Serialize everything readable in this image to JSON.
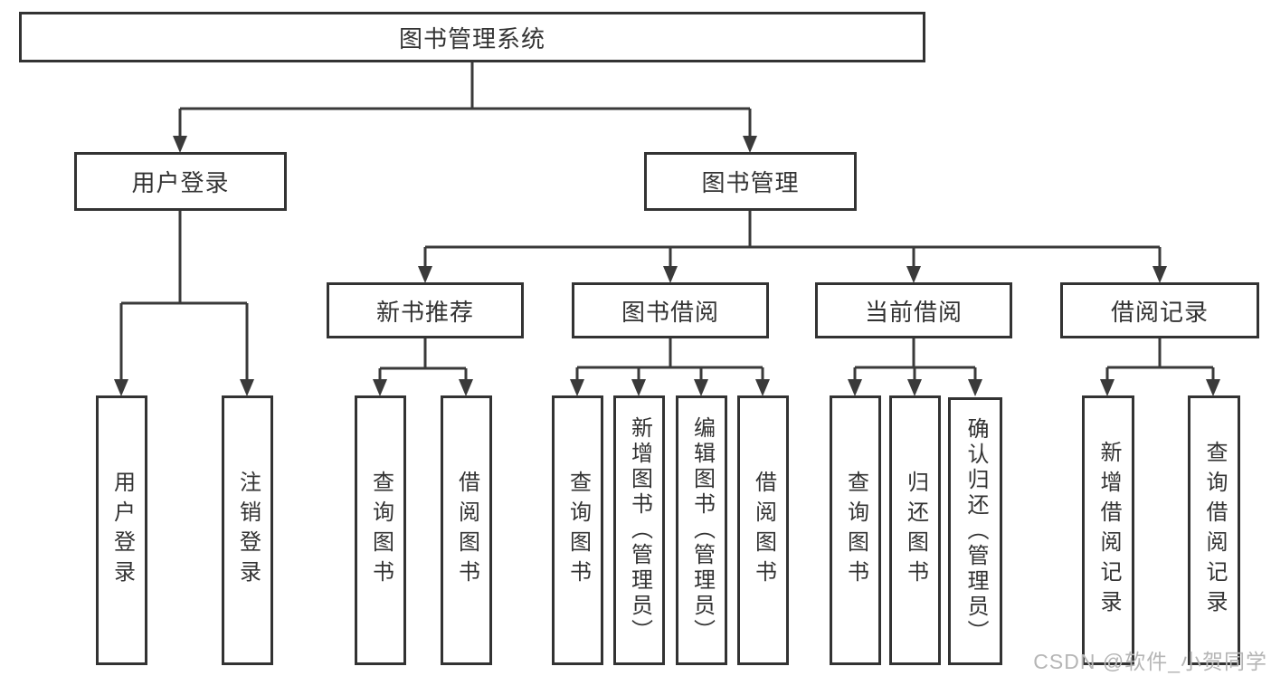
{
  "title": "图书管理系统",
  "level2": {
    "user_login": "用户登录",
    "book_management": "图书管理"
  },
  "level3": {
    "new_book_recommend": "新书推荐",
    "book_borrow": "图书借阅",
    "current_borrow": "当前借阅",
    "borrow_records": "借阅记录"
  },
  "leaves": {
    "user_login": {
      "login": "用户登录",
      "logout": "注销登录"
    },
    "new_book_recommend": {
      "query_books": "查询图书",
      "borrow_books": "借阅图书"
    },
    "book_borrow": {
      "query_books": "查询图书",
      "add_books_admin": "新增图书（管理员）",
      "edit_books_admin": "编辑图书（管理员）",
      "borrow_books": "借阅图书"
    },
    "current_borrow": {
      "query_books": "查询图书",
      "return_books": "归还图书",
      "confirm_return_admin": "确认归还（管理员）"
    },
    "borrow_records": {
      "add_record": "新增借阅记录",
      "query_record": "查询借阅记录"
    }
  },
  "watermark": "CSDN @软件_小贺同学",
  "colors": {
    "line": "#3a3a3a",
    "border": "#333333",
    "text": "#333333",
    "watermark": "#b5b5b5",
    "background": "#ffffff"
  }
}
